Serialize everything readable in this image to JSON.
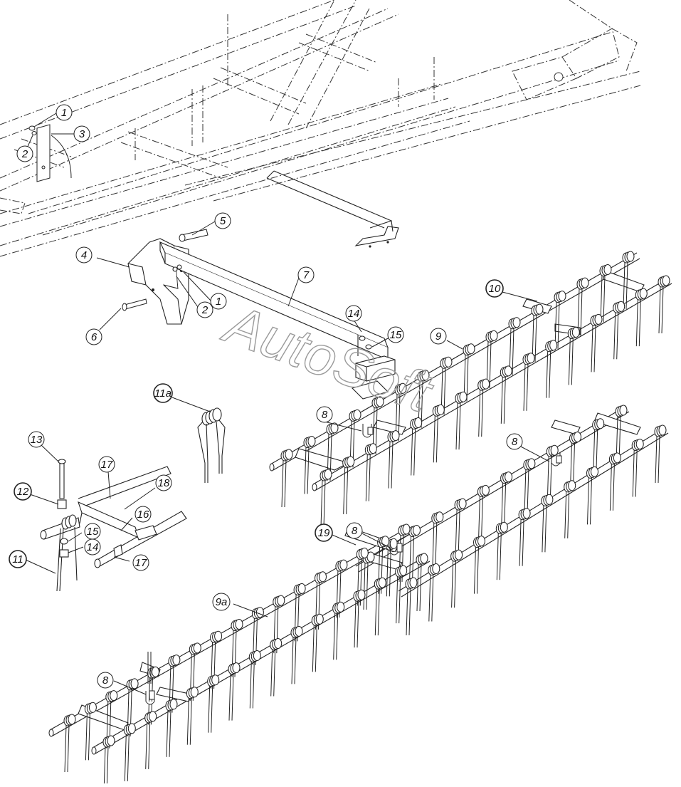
{
  "watermark": "AutoSoft",
  "callouts": [
    {
      "id": "c1a",
      "text": "1"
    },
    {
      "id": "c2a",
      "text": "2"
    },
    {
      "id": "c3",
      "text": "3"
    },
    {
      "id": "c5",
      "text": "5"
    },
    {
      "id": "c4",
      "text": "4"
    },
    {
      "id": "c1b",
      "text": "1"
    },
    {
      "id": "c2b",
      "text": "2"
    },
    {
      "id": "c7",
      "text": "7"
    },
    {
      "id": "c6",
      "text": "6"
    },
    {
      "id": "c10",
      "text": "10"
    },
    {
      "id": "c14a",
      "text": "14"
    },
    {
      "id": "c15a",
      "text": "15"
    },
    {
      "id": "c9",
      "text": "9"
    },
    {
      "id": "c11a",
      "text": "11a"
    },
    {
      "id": "c8a",
      "text": "8"
    },
    {
      "id": "c8b",
      "text": "8"
    },
    {
      "id": "c13",
      "text": "13"
    },
    {
      "id": "c17a",
      "text": "17"
    },
    {
      "id": "c18",
      "text": "18"
    },
    {
      "id": "c12",
      "text": "12"
    },
    {
      "id": "c16",
      "text": "16"
    },
    {
      "id": "c15b",
      "text": "15"
    },
    {
      "id": "c14b",
      "text": "14"
    },
    {
      "id": "c17b",
      "text": "17"
    },
    {
      "id": "c11",
      "text": "11"
    },
    {
      "id": "c19",
      "text": "19"
    },
    {
      "id": "c8c",
      "text": "8"
    },
    {
      "id": "c9a",
      "text": "9a"
    },
    {
      "id": "c8d",
      "text": "8"
    }
  ]
}
